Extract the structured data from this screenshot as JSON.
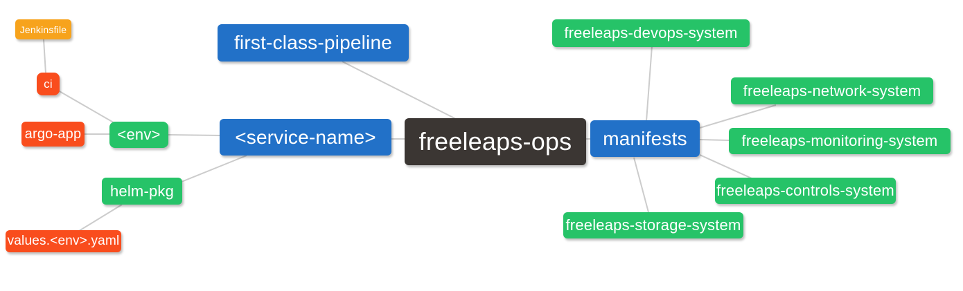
{
  "diagram": {
    "background": "#ffffff",
    "edge_color": "#cccccc",
    "text_color": "#ffffff",
    "palette": {
      "root_dark": "#3b3633",
      "branch_blue": "#2271c8",
      "leaf_green": "#26c368",
      "leaf_red": "#f94d1d",
      "leaf_orange": "#f7a31c"
    },
    "nodes": [
      {
        "id": "jenkinsfile",
        "label": "Jenkinsfile",
        "color": "#f7a31c"
      },
      {
        "id": "ci",
        "label": "ci",
        "color": "#f94d1d"
      },
      {
        "id": "argo-app",
        "label": "argo-app",
        "color": "#f94d1d"
      },
      {
        "id": "env",
        "label": "<env>",
        "color": "#26c368"
      },
      {
        "id": "first-class-pipeline",
        "label": "first-class-pipeline",
        "color": "#2271c8"
      },
      {
        "id": "service-name",
        "label": "<service-name>",
        "color": "#2271c8"
      },
      {
        "id": "freeleaps-ops",
        "label": "freeleaps-ops",
        "color": "#3b3633"
      },
      {
        "id": "manifests",
        "label": "manifests",
        "color": "#2271c8"
      },
      {
        "id": "freeleaps-devops-system",
        "label": "freeleaps-devops-system",
        "color": "#26c368"
      },
      {
        "id": "freeleaps-network-system",
        "label": "freeleaps-network-system",
        "color": "#26c368"
      },
      {
        "id": "freeleaps-monitoring-system",
        "label": "freeleaps-monitoring-system",
        "color": "#26c368"
      },
      {
        "id": "freeleaps-controls-system",
        "label": "freeleaps-controls-system",
        "color": "#26c368"
      },
      {
        "id": "freeleaps-storage-system",
        "label": "freeleaps-storage-system",
        "color": "#26c368"
      },
      {
        "id": "helm-pkg",
        "label": "helm-pkg",
        "color": "#26c368"
      },
      {
        "id": "values-env-yaml",
        "label": "values.<env>.yaml",
        "color": "#f94d1d"
      }
    ],
    "edges": [
      {
        "from": "jenkinsfile",
        "to": "ci"
      },
      {
        "from": "ci",
        "to": "env"
      },
      {
        "from": "argo-app",
        "to": "env"
      },
      {
        "from": "env",
        "to": "service-name"
      },
      {
        "from": "service-name",
        "to": "helm-pkg"
      },
      {
        "from": "helm-pkg",
        "to": "values-env-yaml"
      },
      {
        "from": "first-class-pipeline",
        "to": "freeleaps-ops"
      },
      {
        "from": "service-name",
        "to": "freeleaps-ops"
      },
      {
        "from": "freeleaps-ops",
        "to": "manifests"
      },
      {
        "from": "manifests",
        "to": "freeleaps-devops-system"
      },
      {
        "from": "manifests",
        "to": "freeleaps-network-system"
      },
      {
        "from": "manifests",
        "to": "freeleaps-monitoring-system"
      },
      {
        "from": "manifests",
        "to": "freeleaps-controls-system"
      },
      {
        "from": "manifests",
        "to": "freeleaps-storage-system"
      }
    ]
  }
}
